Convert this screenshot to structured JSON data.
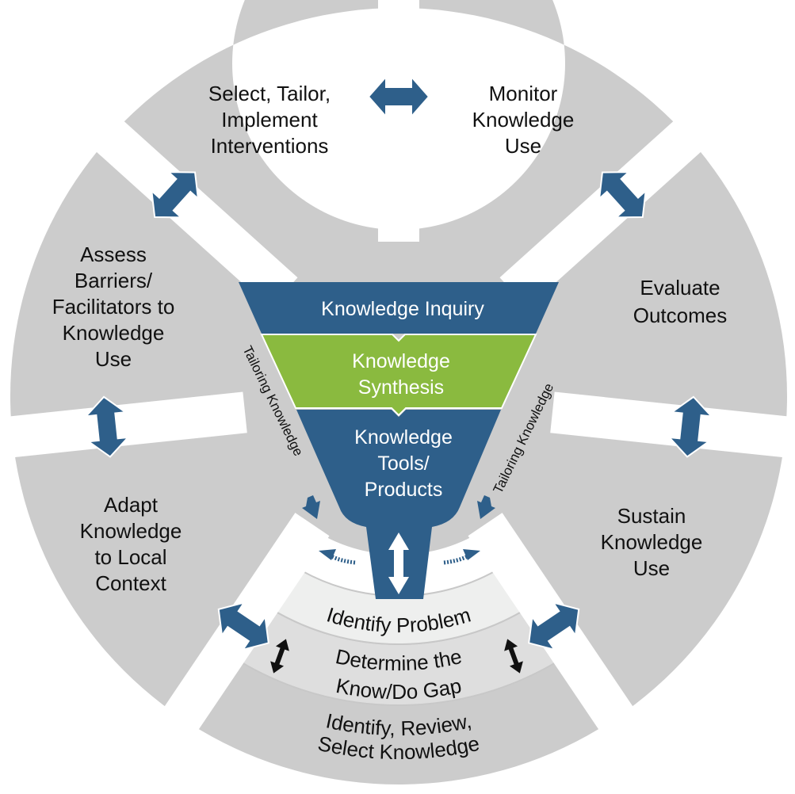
{
  "colors": {
    "blue": "#2e5f8a",
    "green": "#8aba3f",
    "gray": "#cccccc",
    "light_band": "#eeefee",
    "mid_band": "#dedede",
    "text": "#111111"
  },
  "cycle": {
    "select": [
      "Select, Tailor,",
      "Implement",
      "Interventions"
    ],
    "monitor": [
      "Monitor",
      "Knowledge",
      "Use"
    ],
    "evaluate": [
      "Evaluate",
      "Outcomes"
    ],
    "sustain": [
      "Sustain",
      "Knowledge",
      "Use"
    ],
    "adapt": [
      "Adapt",
      "Knowledge",
      "to Local",
      "Context"
    ],
    "assess": [
      "Assess",
      "Barriers/",
      "Facilitators to",
      "Knowledge",
      "Use"
    ]
  },
  "bottom": {
    "identify_problem": "Identify Problem",
    "determine": [
      "Determine the",
      "Know/Do Gap"
    ],
    "identify_review": [
      "Identify, Review,",
      "Select Knowledge"
    ]
  },
  "funnel": {
    "inquiry": "Knowledge Inquiry",
    "synthesis": [
      "Knowledge",
      "Synthesis"
    ],
    "tools": [
      "Knowledge",
      "Tools/",
      "Products"
    ]
  },
  "tailoring": {
    "left": "Tailoring Knowledge",
    "right": "Tailoring Knowledge"
  },
  "icons": {
    "cycle_arrow": "double-arrow-icon",
    "funnel_arrow": "vertical-double-arrow-icon",
    "small_arrow": "black-double-arrow-icon",
    "dotted_arrow": "dotted-curved-arrow-icon",
    "down_arrow": "down-arrow-icon"
  }
}
